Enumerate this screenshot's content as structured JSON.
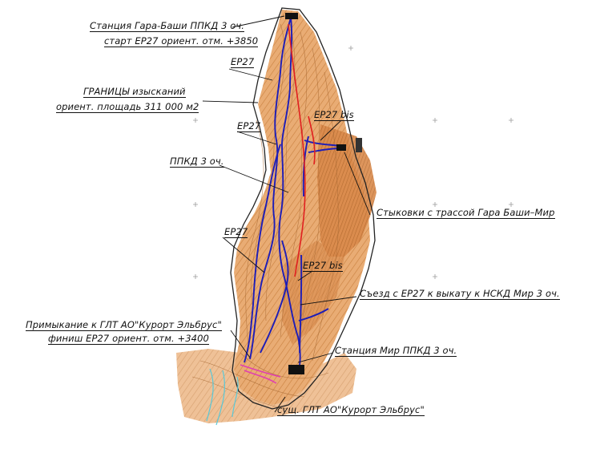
{
  "labels": {
    "station_top_1": "Станция Гара-Баши ППКД 3 оч.",
    "station_top_2": "старт ЕР27 ориент. отм. +3850",
    "ep27_a": "ЕР27",
    "survey_bounds_1": "ГРАНИЦЫ изысканий",
    "survey_bounds_2": "ориент. площадь 311 000 м2",
    "ep27_bis_a": "ЕР27 bis",
    "ep27_b": "ЕР27",
    "ppkd": "ППКД 3 оч.",
    "dockings": "Стыковки с трассой Гара Баши–Мир",
    "ep27_c": "ЕР27",
    "ep27_bis_b": "ЕР27 bis",
    "exit_to_nskd": "Съезд с ЕР27 к выкату к НСКД Мир 3 оч.",
    "junction_1": "Примыкание к ГЛТ АО\"Курорт Эльбрус\"",
    "junction_2": "финиш ЕР27  ориент. отм. +3400",
    "station_mir": "Станция Мир ППКД 3 оч.",
    "existing_glt": "сущ. ГЛТ АО\"Курорт Эльбрус\""
  },
  "colors": {
    "terrain": "#e7a56a",
    "terrain_dark": "#cd7a3a",
    "contour": "#b8753f",
    "route_blue": "#1d1db8",
    "route_red": "#e02020",
    "boundary": "#222222",
    "glt_pink": "#e040b0",
    "river_cyan": "#5ac8d8"
  }
}
